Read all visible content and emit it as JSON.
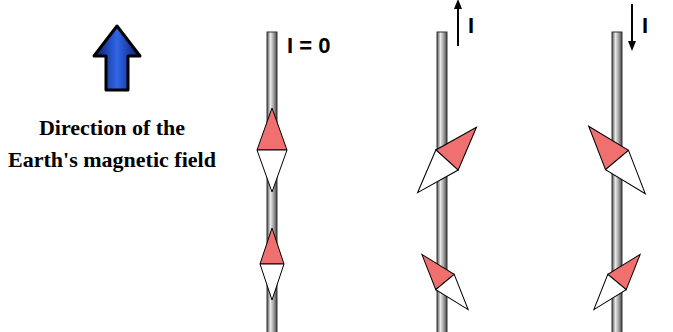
{
  "diagram": {
    "labels": [
      "Direction of the Earth's magnetic field",
      "I = 0",
      "I",
      "I"
    ]
  }
}
